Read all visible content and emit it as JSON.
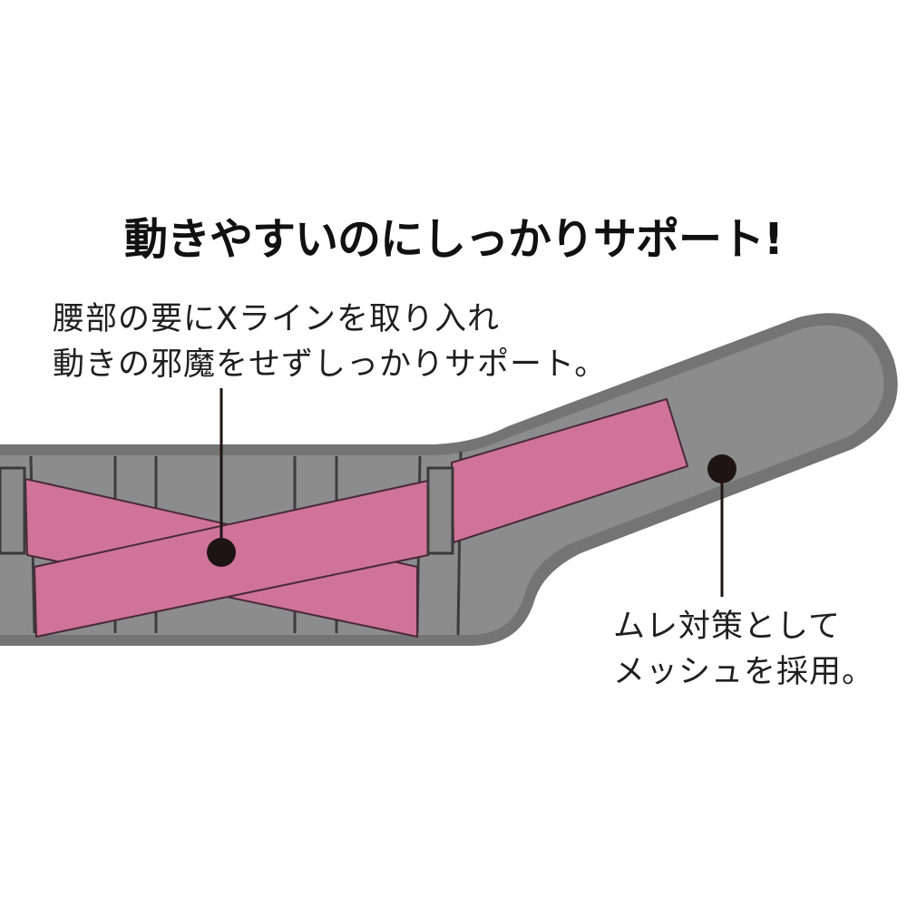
{
  "headline": "動きやすいのにしっかりサポート!",
  "callouts": {
    "xline": {
      "lines": [
        "腰部の要にXラインを取り入れ",
        "動きの邪魔をせずしっかりサポート。"
      ]
    },
    "mesh": {
      "lines": [
        "ムレ対策として",
        "メッシュを採用。"
      ]
    }
  },
  "colors": {
    "belt_outer": "#737373",
    "belt_inner": "#8c8c8c",
    "strap_pink": "#d07399",
    "outline": "#3a2a30",
    "marker": "#1e1416",
    "background": "#ffffff"
  }
}
